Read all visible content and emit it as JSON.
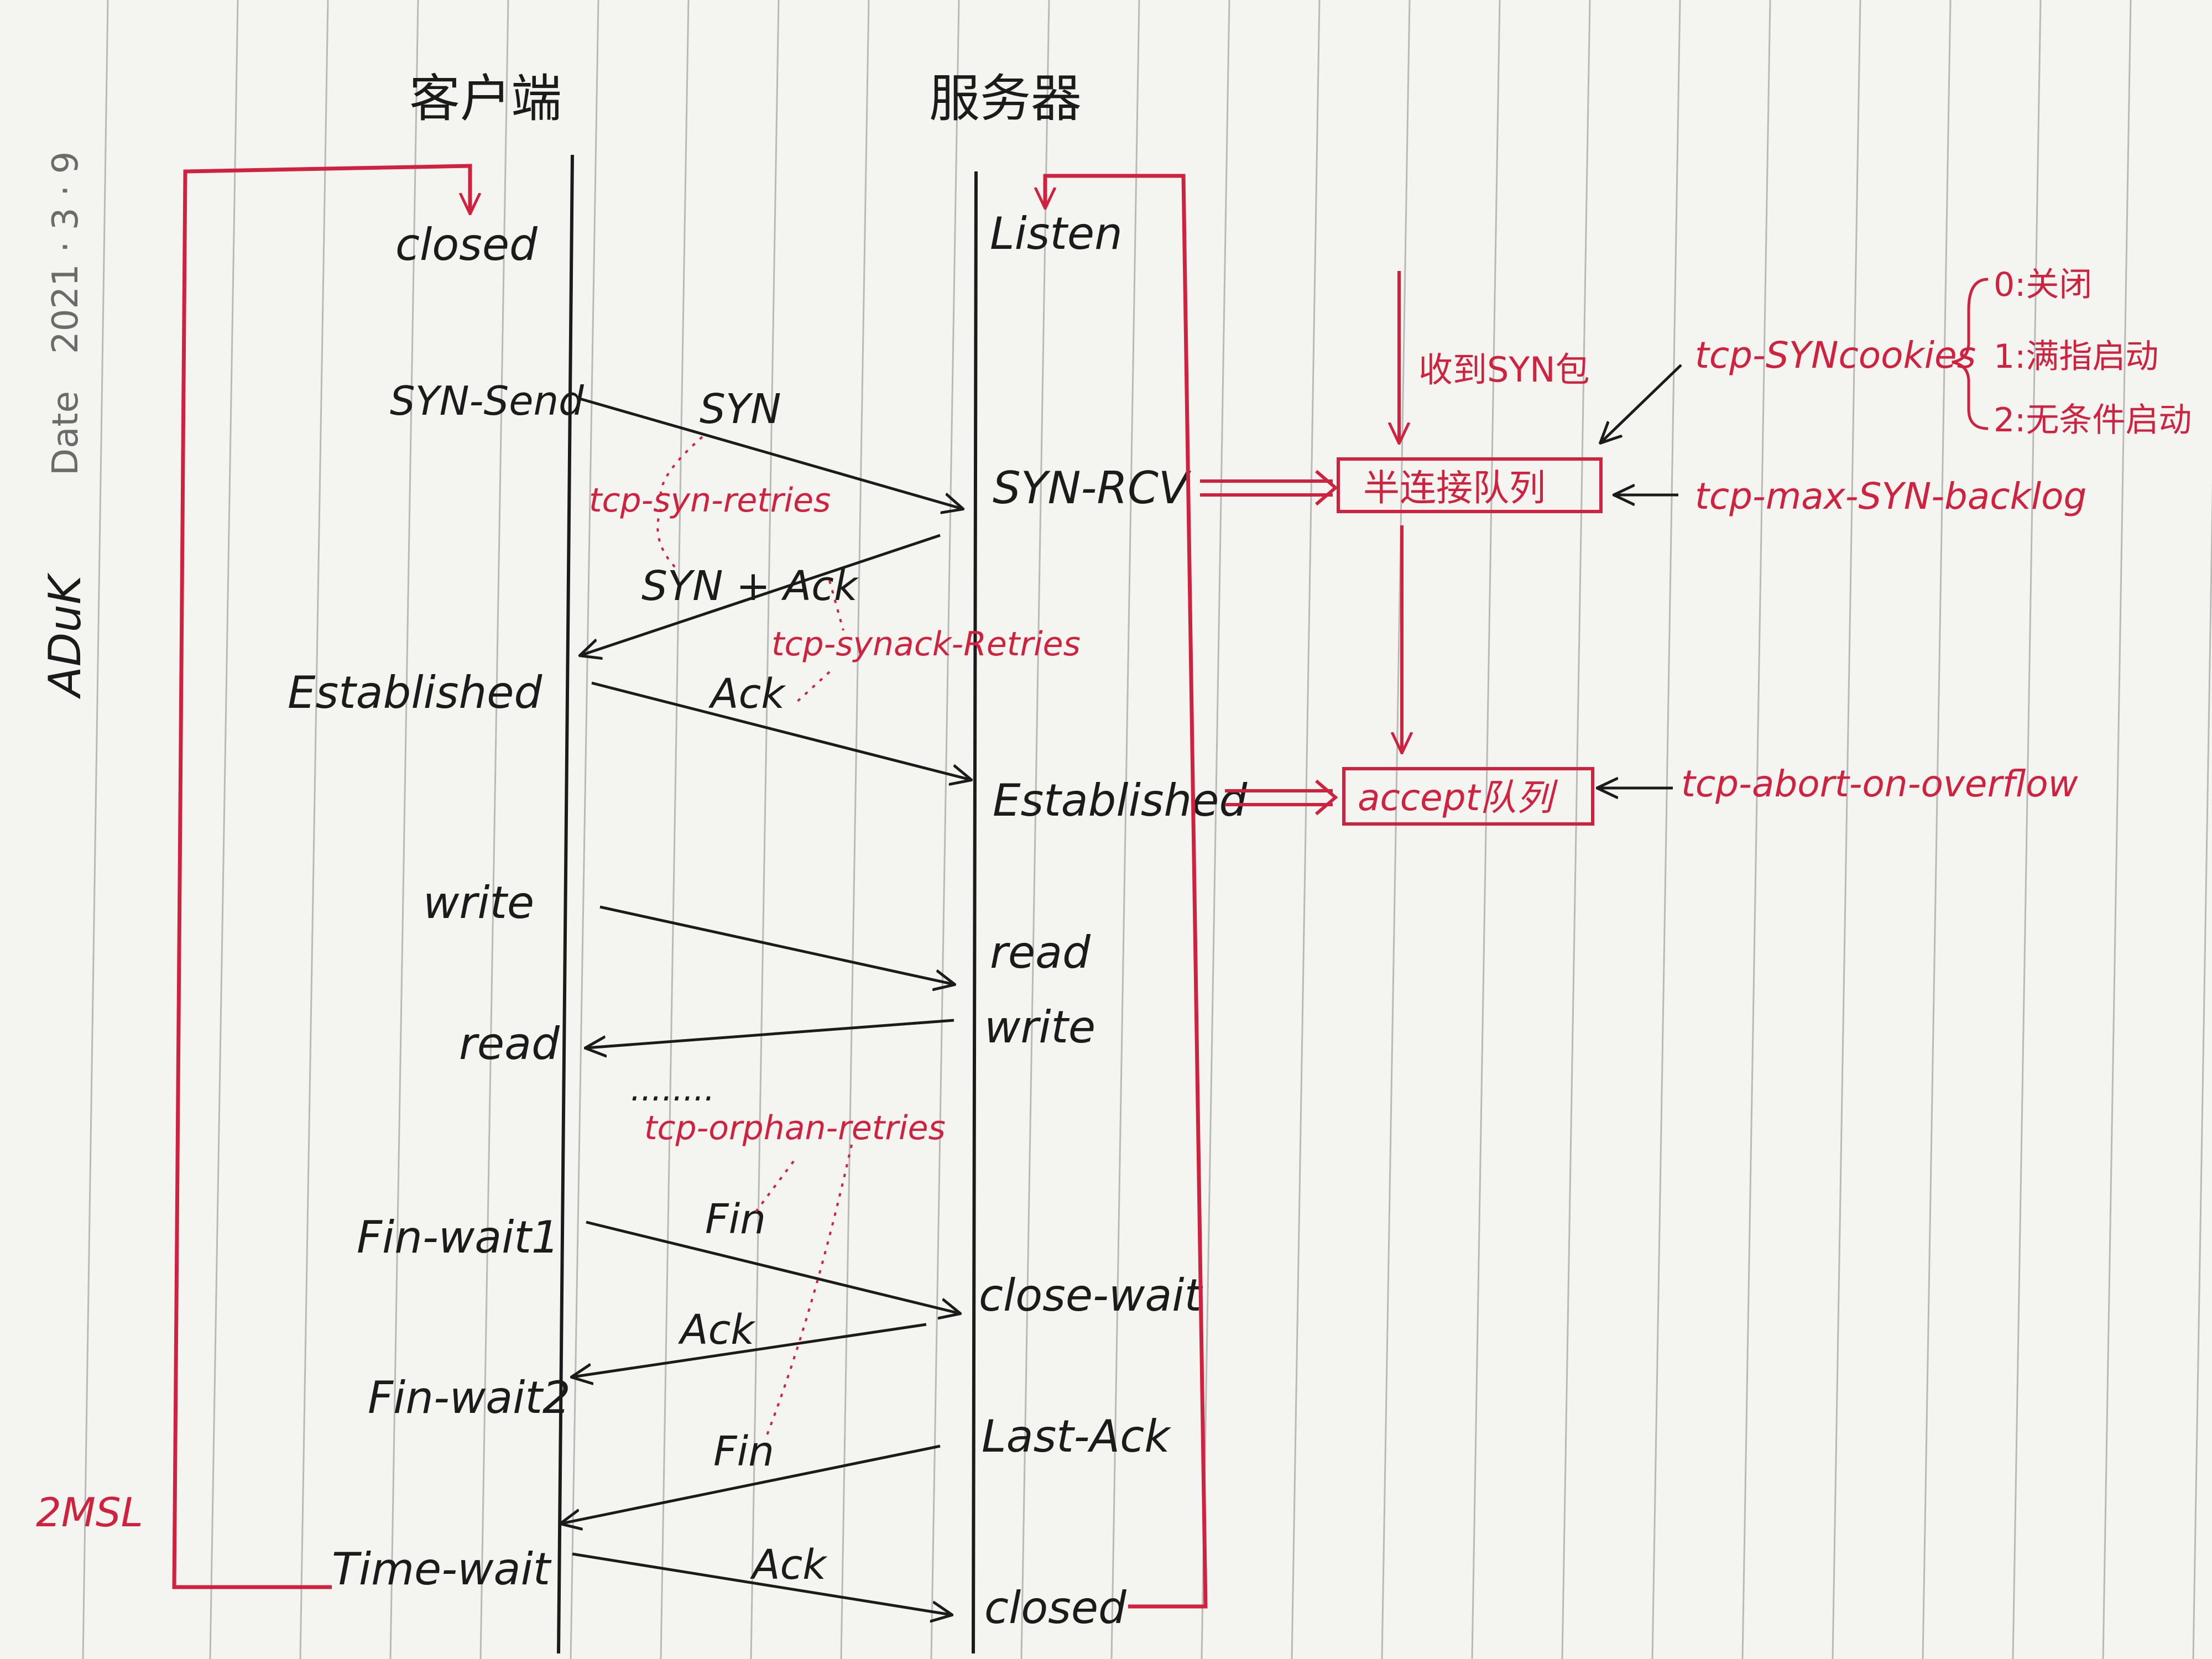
{
  "header": {
    "date_label": "Date",
    "date_value": "2021 · 3 · 9",
    "brand": "ADuK"
  },
  "lanes": {
    "client_title": "客户端",
    "server_title": "服务器"
  },
  "client_states": {
    "closed": "closed",
    "syn_send": "SYN-Send",
    "established": "Established",
    "write": "write",
    "read": "read",
    "fin_wait1": "Fin-wait1",
    "fin_wait2": "Fin-wait2",
    "time_wait": "Time-wait"
  },
  "server_states": {
    "listen": "Listen",
    "syn_rcv": "SYN-RCV",
    "established": "Established",
    "read": "read",
    "write": "write",
    "close_wait": "close-wait",
    "last_ack": "Last-Ack",
    "closed": "closed"
  },
  "messages": {
    "syn": "SYN",
    "syn_ack": "SYN + Ack",
    "ack1": "Ack",
    "fin1": "Fin",
    "ack2": "Ack",
    "fin2": "Fin",
    "ack3": "Ack",
    "dots": "........"
  },
  "params": {
    "syn_retries": "tcp-syn-retries",
    "synack_retries": "tcp-synack-Retries",
    "orphan_retries": "tcp-orphan-retries",
    "received_syn": "收到SYN包",
    "syncookies": "tcp-SYNcookies",
    "syncookies_options": [
      "0:关闭",
      "1:满指启动",
      "2:无条件启动"
    ],
    "half_queue": "半连接队列",
    "max_syn_backlog": "tcp-max-SYN-backlog",
    "accept_queue": "accept队列",
    "abort_on_overflow": "tcp-abort-on-overflow",
    "msl": "2MSL"
  },
  "colors": {
    "ink": "#1b1b1b",
    "red": "#d0223f",
    "paper": "#f4f4f1",
    "rule": "#b9b9b9"
  }
}
